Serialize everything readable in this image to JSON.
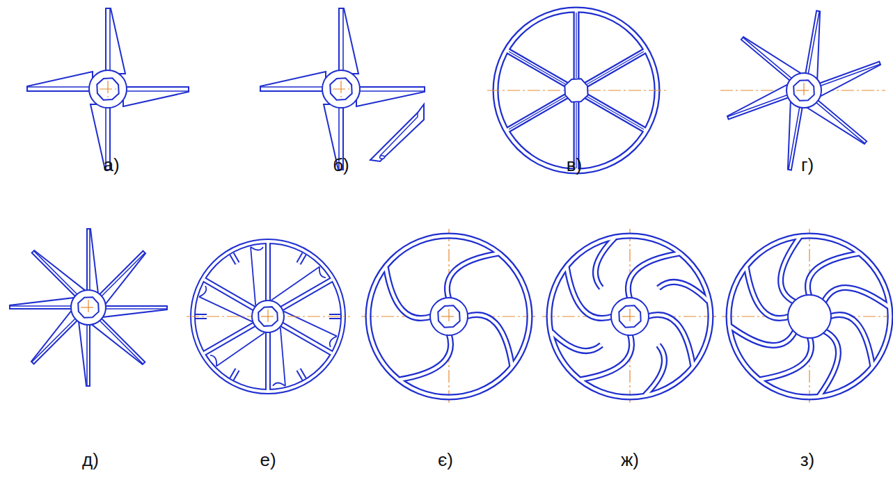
{
  "diagram": {
    "labels": [
      "а)",
      "б)",
      "в)",
      "г)",
      "д)",
      "е)",
      "є)",
      "ж)",
      "з)"
    ]
  }
}
